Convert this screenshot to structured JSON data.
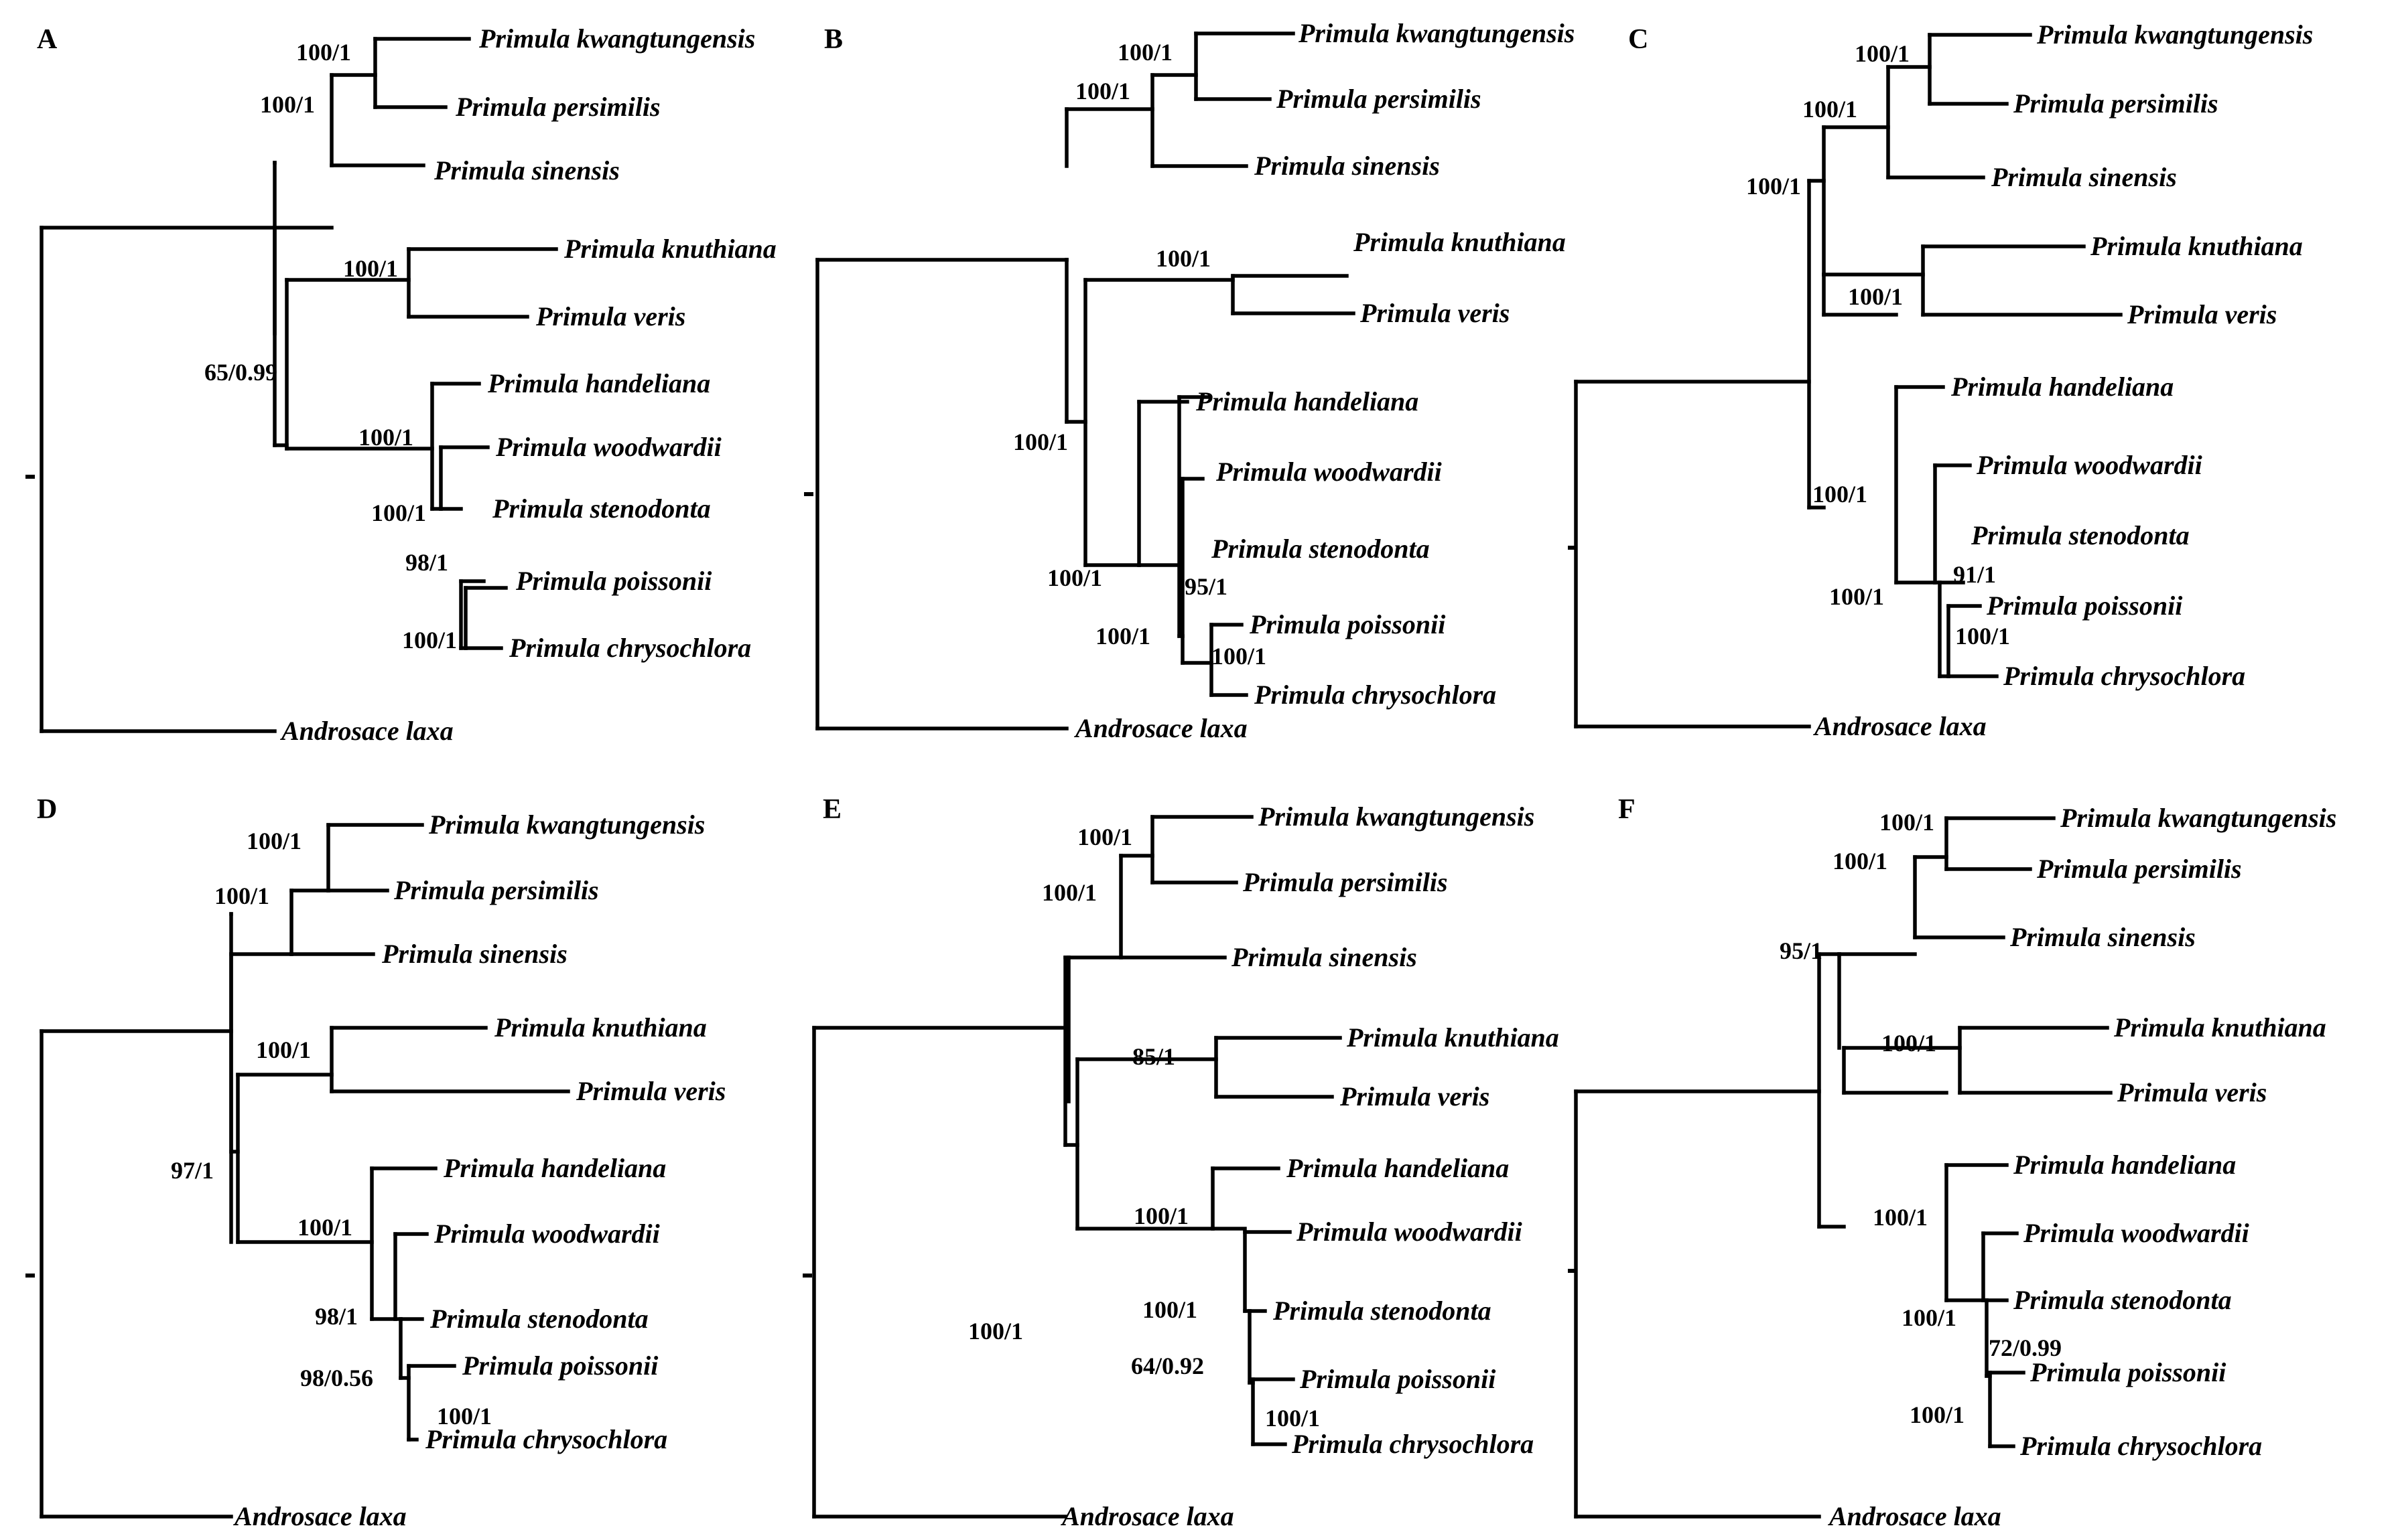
{
  "figure": {
    "panels": [
      {
        "letter": "A",
        "taxa": [
          "Primula kwangtungensis",
          "Primula persimilis",
          "Primula sinensis",
          "Primula knuthiana",
          "Primula veris",
          "Primula handeliana",
          "Primula woodwardii",
          "Primula stenodonta",
          "Primula poissonii",
          "Primula chrysochlora",
          "Androsace laxa"
        ],
        "supports": [
          "100/1",
          "100/1",
          "100/1",
          "65/0.99",
          "100/1",
          "100/1",
          "98/1",
          "100/1"
        ]
      },
      {
        "letter": "B",
        "taxa": [
          "Primula kwangtungensis",
          "Primula persimilis",
          "Primula sinensis",
          "Primula knuthiana",
          "Primula veris",
          "Primula handeliana",
          "Primula woodwardii",
          "Primula stenodonta",
          "Primula poissonii",
          "Primula chrysochlora",
          "Androsace laxa"
        ],
        "supports": [
          "100/1",
          "100/1",
          "100/1",
          "100/1",
          "100/1",
          "95/1",
          "100/1",
          "100/1"
        ]
      },
      {
        "letter": "C",
        "taxa": [
          "Primula kwangtungensis",
          "Primula persimilis",
          "Primula sinensis",
          "Primula knuthiana",
          "Primula veris",
          "Primula handeliana",
          "Primula woodwardii",
          "Primula stenodonta",
          "Primula poissonii",
          "Primula chrysochlora",
          "Androsace laxa"
        ],
        "supports": [
          "100/1",
          "100/1",
          "100/1",
          "100/1",
          "100/1",
          "100/1",
          "91/1",
          "100/1"
        ]
      },
      {
        "letter": "D",
        "taxa": [
          "Primula kwangtungensis",
          "Primula persimilis",
          "Primula sinensis",
          "Primula knuthiana",
          "Primula veris",
          "Primula handeliana",
          "Primula woodwardii",
          "Primula stenodonta",
          "Primula poissonii",
          "Primula chrysochlora",
          "Androsace laxa"
        ],
        "supports": [
          "100/1",
          "100/1",
          "100/1",
          "97/1",
          "100/1",
          "98/1",
          "98/0.56",
          "100/1"
        ]
      },
      {
        "letter": "E",
        "taxa": [
          "Primula kwangtungensis",
          "Primula persimilis",
          "Primula sinensis",
          "Primula knuthiana",
          "Primula veris",
          "Primula handeliana",
          "Primula woodwardii",
          "Primula stenodonta",
          "Primula poissonii",
          "Primula chrysochlora",
          "Androsace laxa"
        ],
        "supports": [
          "100/1",
          "100/1",
          "100/1",
          "85/1",
          "100/1",
          "100/1",
          "64/0.92",
          "100/1"
        ]
      },
      {
        "letter": "F",
        "taxa": [
          "Primula kwangtungensis",
          "Primula persimilis",
          "Primula sinensis",
          "Primula knuthiana",
          "Primula veris",
          "Primula handeliana",
          "Primula woodwardii",
          "Primula stenodonta",
          "Primula poissonii",
          "Primula chrysochlora",
          "Androsace laxa"
        ],
        "supports": [
          "100/1",
          "100/1",
          "95/1",
          "100/1",
          "100/1",
          "100/1",
          "72/0.99",
          "100/1"
        ]
      }
    ]
  }
}
